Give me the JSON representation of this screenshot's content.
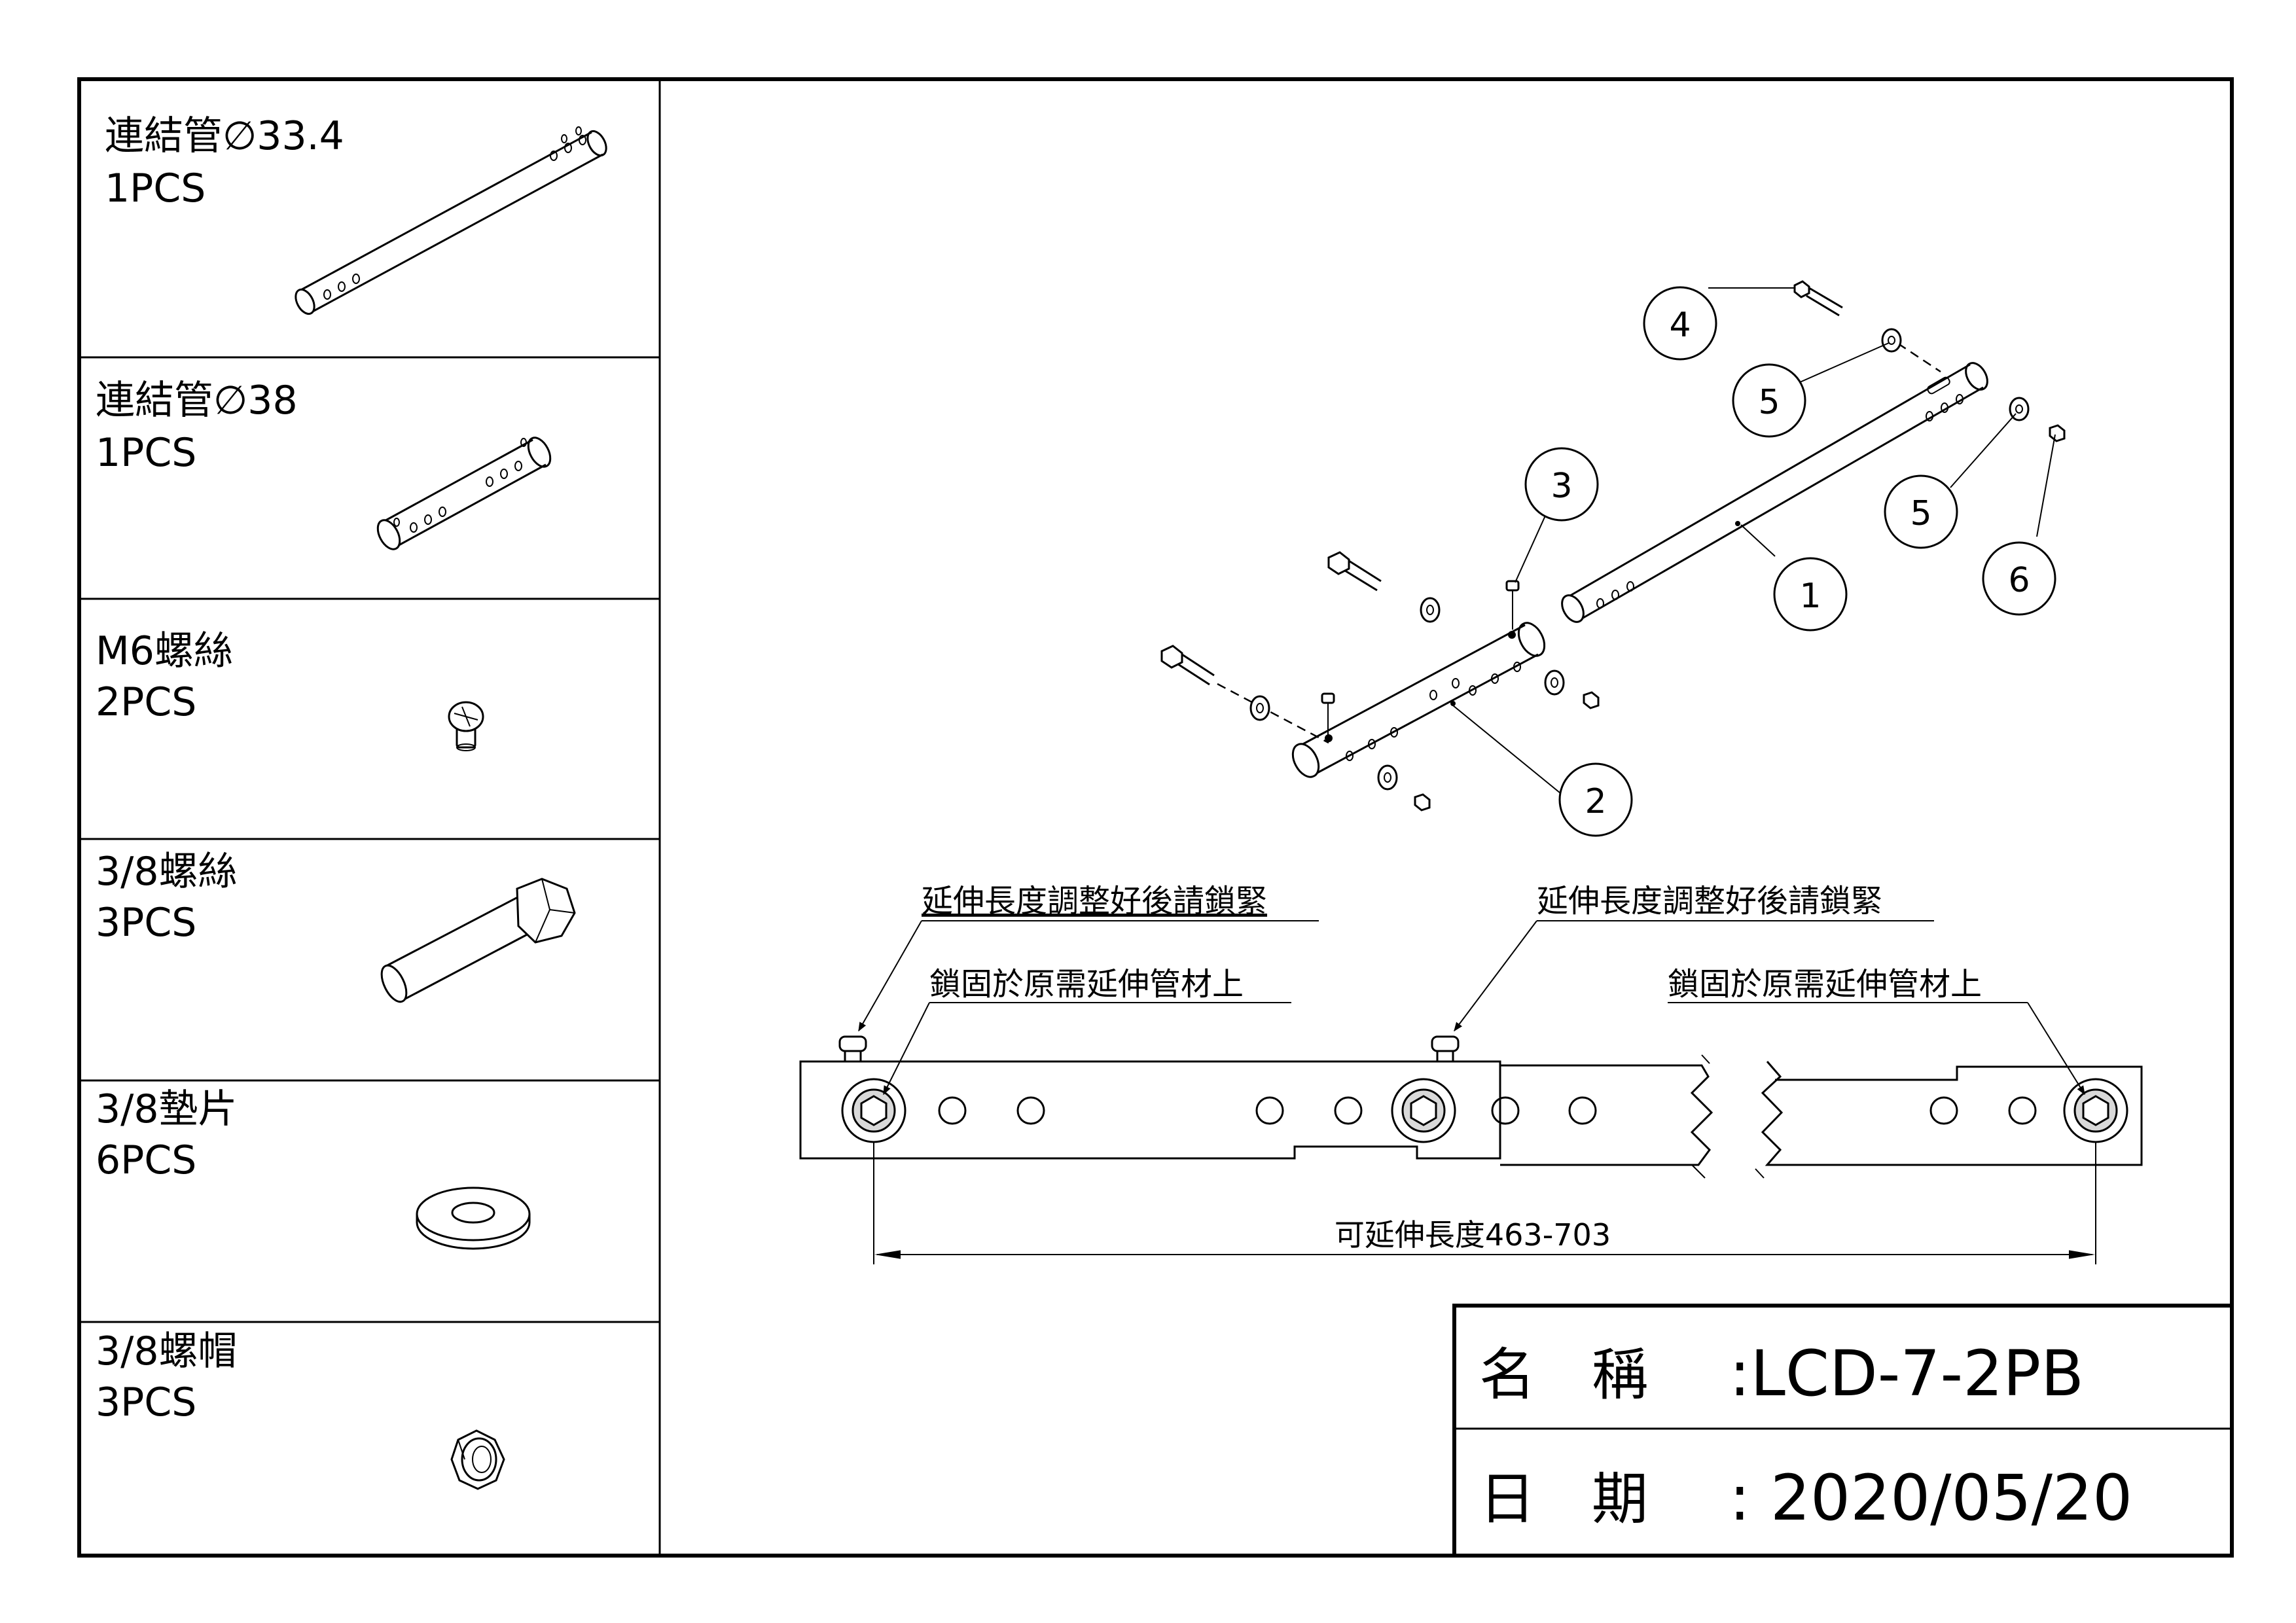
{
  "parts_list": [
    {
      "name": "連結管∅33.4",
      "qty": "1PCS"
    },
    {
      "name": "連結管∅38",
      "qty": "1PCS"
    },
    {
      "name": "M6螺絲",
      "qty": "2PCS"
    },
    {
      "name": "3/8螺絲",
      "qty": "3PCS"
    },
    {
      "name": "3/8墊片",
      "qty": "6PCS"
    },
    {
      "name": "3/8螺帽",
      "qty": "3PCS"
    }
  ],
  "balloons": [
    "1",
    "2",
    "3",
    "4",
    "5",
    "5",
    "6"
  ],
  "notes": {
    "left_extend": "延伸長度調整好後請鎖緊",
    "left_lock": "鎖固於原需延伸管材上",
    "right_extend": "延伸長度調整好後請鎖緊",
    "right_lock": "鎖固於原需延伸管材上",
    "dimension": "可延伸長度463-703"
  },
  "title_block": {
    "name_label": "名　稱",
    "name_value": ":LCD-7-2PB",
    "date_label": "日　期",
    "date_value": ": 2020/05/20"
  }
}
